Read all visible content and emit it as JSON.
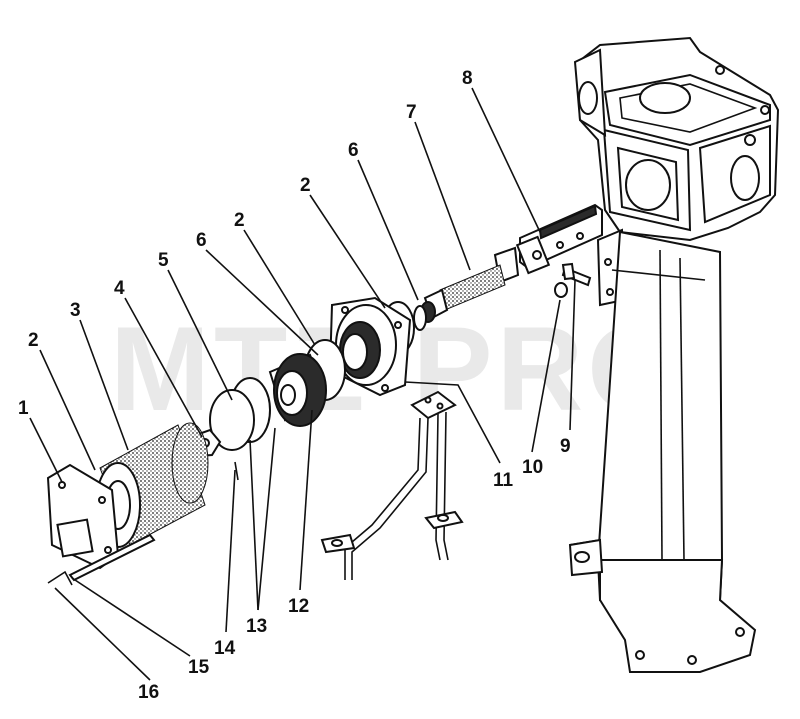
{
  "watermark": "MTZ-PRO",
  "callouts": [
    {
      "id": "c1",
      "label": "1"
    },
    {
      "id": "c2a",
      "label": "2"
    },
    {
      "id": "c3",
      "label": "3"
    },
    {
      "id": "c4",
      "label": "4"
    },
    {
      "id": "c5",
      "label": "5"
    },
    {
      "id": "c6a",
      "label": "6"
    },
    {
      "id": "c2b",
      "label": "2"
    },
    {
      "id": "c2c",
      "label": "2"
    },
    {
      "id": "c6b",
      "label": "6"
    },
    {
      "id": "c7",
      "label": "7"
    },
    {
      "id": "c8",
      "label": "8"
    },
    {
      "id": "c9",
      "label": "9"
    },
    {
      "id": "c10",
      "label": "10"
    },
    {
      "id": "c11",
      "label": "11"
    },
    {
      "id": "c12",
      "label": "12"
    },
    {
      "id": "c13",
      "label": "13"
    },
    {
      "id": "c14",
      "label": "14"
    },
    {
      "id": "c15",
      "label": "15"
    },
    {
      "id": "c16",
      "label": "16"
    }
  ]
}
